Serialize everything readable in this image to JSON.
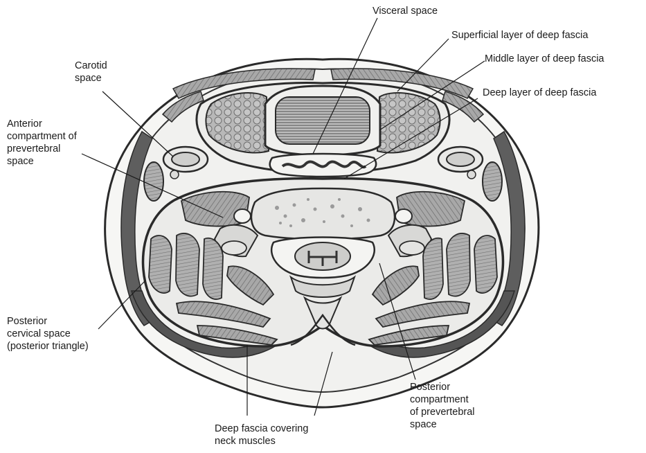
{
  "labels": {
    "visceral": "Visceral space",
    "superficial": "Superficial layer of deep fascia",
    "middle": "Middle layer of deep fascia",
    "deep": "Deep layer of deep fascia",
    "carotid": [
      "Carotid",
      "space"
    ],
    "anterior": [
      "Anterior",
      "compartment of",
      "prevertebral",
      "space"
    ],
    "posterior_cervical": [
      "Posterior",
      "cervical space",
      "(posterior triangle)"
    ],
    "posterior_comp": [
      "Posterior",
      "compartment",
      "of prevertebral",
      "space"
    ],
    "deep_fascia_muscles": [
      "Deep fascia covering",
      "neck muscles"
    ]
  },
  "colors": {
    "outline": "#2a2a2a",
    "skin": "#f4f4f2",
    "muscle": "#9a9a9a",
    "muscle_light": "#c8c8c8",
    "platysma": "#5e5e5e",
    "bone": "#e2e2e0",
    "fat": "#eeeeec"
  }
}
